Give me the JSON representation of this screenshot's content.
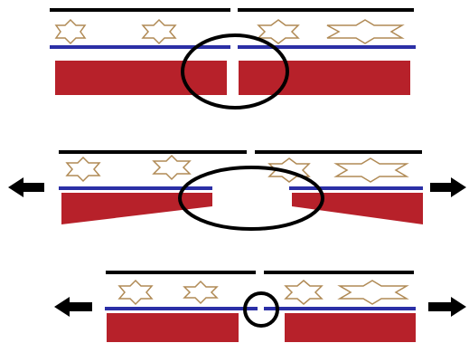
{
  "colors": {
    "background": "#ffffff",
    "top_line": "#000000",
    "star": "#b08a55",
    "blue_layer": "#2b2fa6",
    "red_layer": "#b7212a",
    "circle": "#000000",
    "arrow": "#000000"
  },
  "panels": [
    {
      "state": "cut",
      "arrows": false
    },
    {
      "state": "pulled-open",
      "arrows": true
    },
    {
      "state": "pulled-closed",
      "arrows": true
    }
  ],
  "icons": {
    "star": "six-point-star-icon",
    "wide_star": "stretched-star-icon",
    "arrow_left": "arrow-left-icon",
    "arrow_right": "arrow-right-icon"
  }
}
